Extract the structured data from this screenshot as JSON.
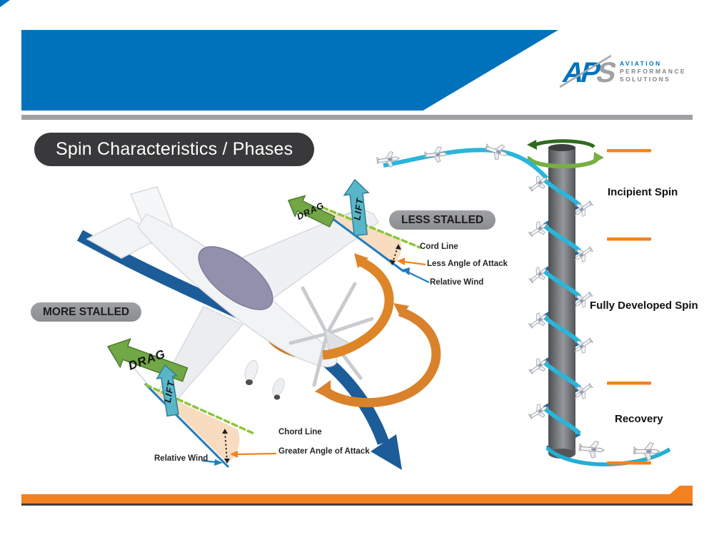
{
  "logo": {
    "mark": "APS",
    "words": [
      "AVIATION",
      "PERFORMANCE",
      "SOLUTIONS"
    ]
  },
  "title": "Spin Characteristics / Phases",
  "airflow": {
    "less_stalled": {
      "label": "LESS STALLED",
      "lift": "LIFT",
      "drag": "DRAG",
      "chord": "Cord Line",
      "aoa": "Less Angle of Attack",
      "wind": "Relative Wind"
    },
    "more_stalled": {
      "label": "MORE STALLED",
      "lift": "LIFT",
      "drag": "DRAG",
      "chord": "Chord Line",
      "aoa": "Greater Angle of Attack",
      "wind": "Relative Wind"
    }
  },
  "phases": [
    {
      "label": "Incipient Spin"
    },
    {
      "label": "Fully Developed Spin"
    },
    {
      "label": "Recovery"
    }
  ],
  "colors": {
    "brand_blue": "#0072bc",
    "brand_orange": "#f58220",
    "divider_gray": "#9fa1a4",
    "title_bg": "#39393b",
    "pill_gray": "#8f9093",
    "drag_green": "#71a745",
    "lift_cyan": "#58b6c8",
    "chord_green": "#8cc63e",
    "wind_blue": "#1f7cc0",
    "swoosh_blue": "#1c5c99",
    "rotation_orange": "#d9822b",
    "spin_ribbon_cyan": "#2ab5da",
    "rotation_green": "#76b043"
  }
}
